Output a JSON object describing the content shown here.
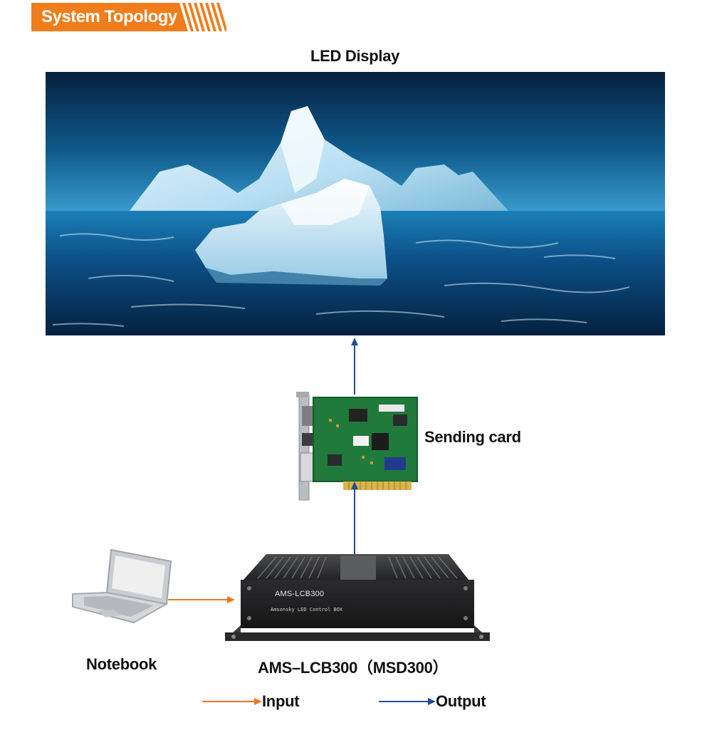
{
  "header": {
    "title": "System Topology"
  },
  "nodes": {
    "display": {
      "label": "LED Display"
    },
    "sending_card": {
      "label": "Sending card"
    },
    "notebook": {
      "label": "Notebook"
    },
    "controller": {
      "label": "AMS–LCB300（MSD300）",
      "front_model": "AMS-LCB300",
      "front_subtitle": "Amsonsky LED Control BOX"
    }
  },
  "legend": {
    "input": {
      "label": "Input",
      "color": "#ee7522"
    },
    "output": {
      "label": "Output",
      "color": "#1f4e9a"
    }
  },
  "colors": {
    "banner": "#f07c1c",
    "input_arrow": "#ee7522",
    "output_arrow": "#1f4e9a"
  },
  "icons": {
    "display": "iceberg-ocean-picture",
    "card": "pcb-sending-card-picture",
    "notebook": "laptop-icon",
    "controller": "control-box-picture"
  }
}
